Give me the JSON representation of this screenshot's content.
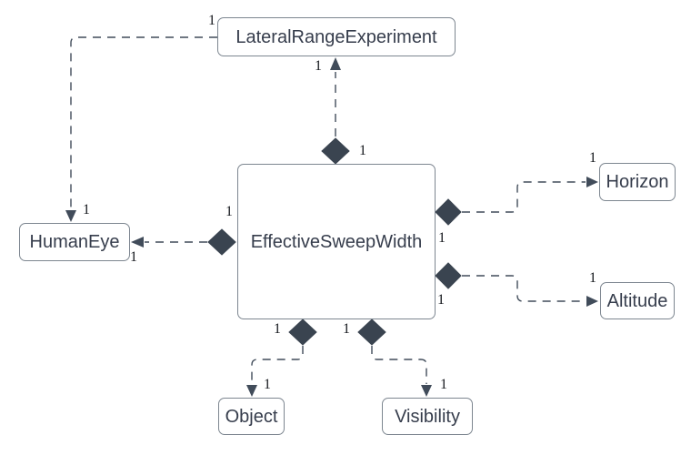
{
  "diagram": {
    "kind": "uml-class-composition-diagram",
    "nodes": [
      {
        "id": "lateral-range-experiment",
        "label": "LateralRangeExperiment"
      },
      {
        "id": "effective-sweep-width",
        "label": "EffectiveSweepWidth"
      },
      {
        "id": "human-eye",
        "label": "HumanEye"
      },
      {
        "id": "horizon",
        "label": "Horizon"
      },
      {
        "id": "altitude",
        "label": "Altitude"
      },
      {
        "id": "object",
        "label": "Object"
      },
      {
        "id": "visibility",
        "label": "Visibility"
      }
    ],
    "edges": [
      {
        "from": "EffectiveSweepWidth",
        "to": "LateralRangeExperiment",
        "line": "dashed",
        "source_decoration": "filled-diamond",
        "target_decoration": "solid-arrow",
        "source_multiplicity": "1",
        "target_multiplicity": "1"
      },
      {
        "from": "LateralRangeExperiment",
        "to": "HumanEye",
        "line": "dashed",
        "source_decoration": "none",
        "target_decoration": "solid-arrow",
        "source_multiplicity": "1",
        "target_multiplicity": "1"
      },
      {
        "from": "EffectiveSweepWidth",
        "to": "HumanEye",
        "line": "dashed",
        "source_decoration": "filled-diamond",
        "target_decoration": "solid-arrow",
        "source_multiplicity": "1",
        "target_multiplicity": "1"
      },
      {
        "from": "EffectiveSweepWidth",
        "to": "Horizon",
        "line": "dashed",
        "source_decoration": "filled-diamond",
        "target_decoration": "solid-arrow",
        "source_multiplicity": "1",
        "target_multiplicity": "1"
      },
      {
        "from": "EffectiveSweepWidth",
        "to": "Altitude",
        "line": "dashed",
        "source_decoration": "filled-diamond",
        "target_decoration": "solid-arrow",
        "source_multiplicity": "1",
        "target_multiplicity": "1"
      },
      {
        "from": "EffectiveSweepWidth",
        "to": "Object",
        "line": "dashed",
        "source_decoration": "filled-diamond",
        "target_decoration": "solid-arrow",
        "source_multiplicity": "1",
        "target_multiplicity": "1"
      },
      {
        "from": "EffectiveSweepWidth",
        "to": "Visibility",
        "line": "dashed",
        "source_decoration": "filled-diamond",
        "target_decoration": "solid-arrow",
        "source_multiplicity": "1",
        "target_multiplicity": "1"
      }
    ]
  },
  "colors": {
    "background": "#ffffff",
    "node-border": "#7d8690",
    "node-fill": "#ffffff",
    "node-text": "#363d4c",
    "edge": "#414c5a",
    "diamond": "#3a4450",
    "multiplicity-text": "#14171c"
  }
}
